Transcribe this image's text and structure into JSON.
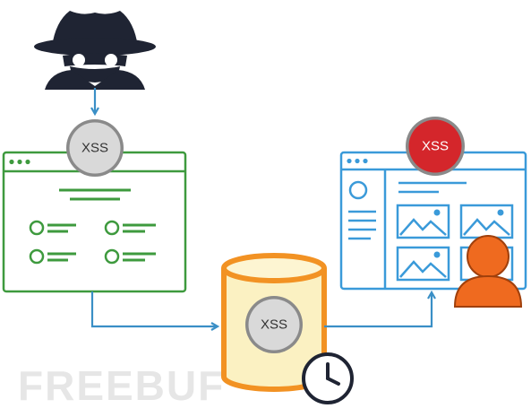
{
  "badges": {
    "attacker": "XSS",
    "database": "XSS",
    "victim": "XSS"
  },
  "watermark": "FREEBUF",
  "colors": {
    "attacker": "#1f2433",
    "arrow": "#3a8fc6",
    "attacker_page": "#3e9a3e",
    "victim_page": "#3a9ad9",
    "db_stroke": "#f29223",
    "db_fill": "#fbf1c2",
    "badge_gray": "#d9d9d9",
    "badge_red": "#d4262b",
    "user": "#ef6a1f",
    "clock": "#1f2433"
  },
  "icons": [
    "spy-icon",
    "database-icon",
    "clock-icon",
    "user-icon",
    "image-icon"
  ]
}
